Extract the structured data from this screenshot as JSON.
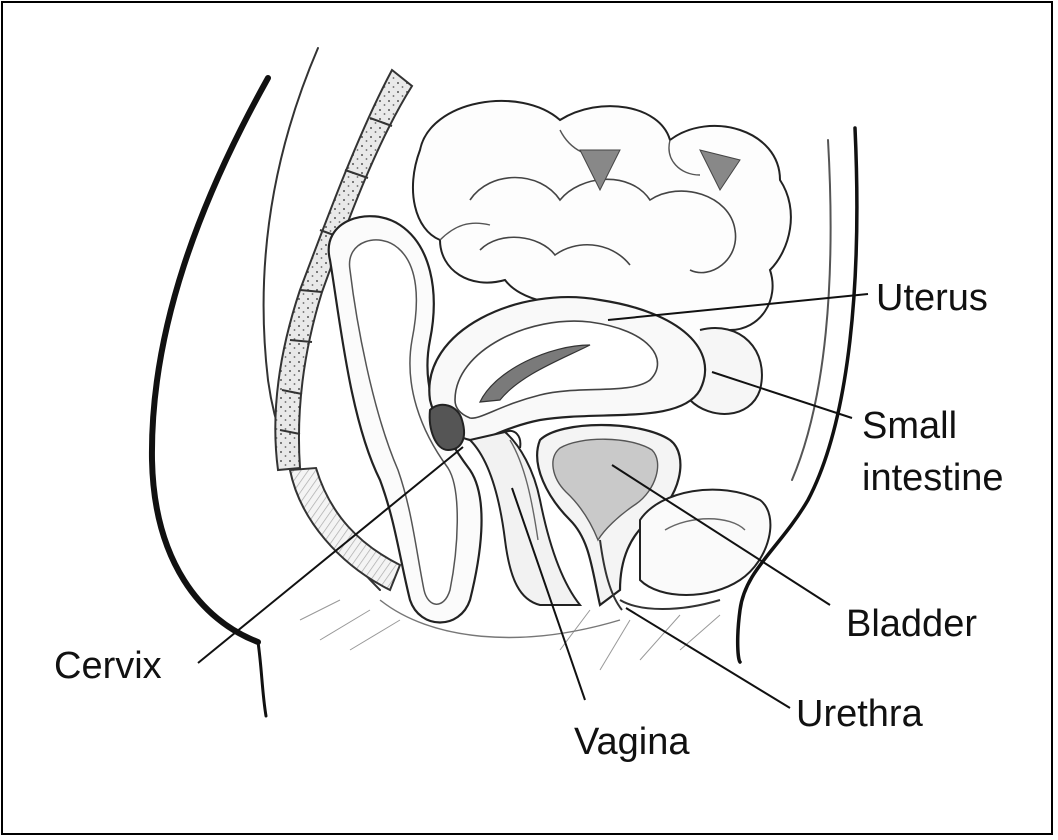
{
  "labels": {
    "uterus": "Uterus",
    "small_intestine_line1": "Small",
    "small_intestine_line2": "intestine",
    "bladder": "Bladder",
    "cervix": "Cervix",
    "urethra": "Urethra",
    "vagina": "Vagina"
  },
  "colors": {
    "ink": "#111111",
    "shade": "#bdbdbd",
    "background": "#ffffff"
  }
}
